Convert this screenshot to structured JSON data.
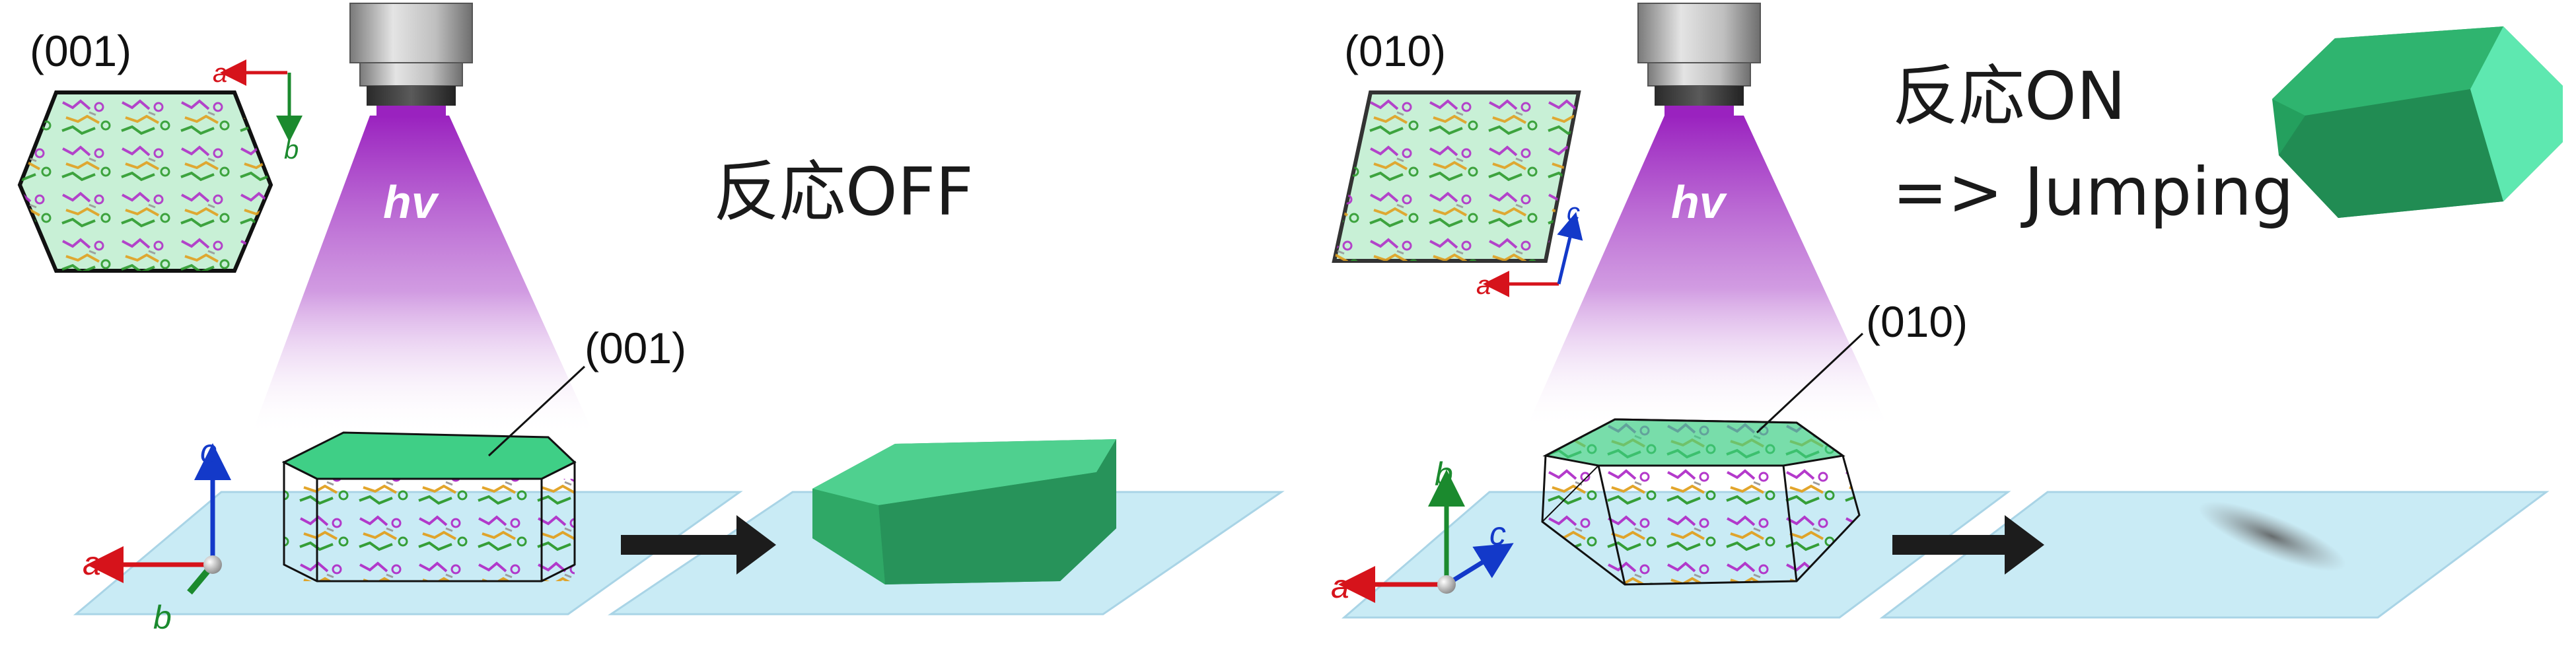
{
  "panels": [
    {
      "inset_label": "(001)",
      "face_label": "(001)",
      "lamp_label": "hv",
      "status_text": "反応OFF",
      "status_text_2": "",
      "inset_axes": {
        "horizontal": "a",
        "vertical": "b"
      },
      "main_axes": {
        "x": "a",
        "y": "c",
        "z": "b"
      }
    },
    {
      "inset_label": "(010)",
      "face_label": "(010)",
      "lamp_label": "hv",
      "status_text": "反応ON",
      "status_text_2": "=> Jumping",
      "inset_axes": {
        "horizontal": "a",
        "vertical": "c"
      },
      "main_axes": {
        "x": "a",
        "y": "b",
        "z": "c"
      }
    }
  ],
  "colors": {
    "axis_a": "#d6131b",
    "axis_b": "#1b8a2e",
    "axis_c": "#1339c9",
    "crystal_green": "#2fb46f",
    "crystal_green_top": "#4fd08f",
    "crystal_green_dark": "#1f8a52",
    "inset_fill": "#c8f0d6",
    "plate": "#c9ebf5",
    "light_purple": "#a030c0",
    "arrow": "#1c1c1c"
  }
}
